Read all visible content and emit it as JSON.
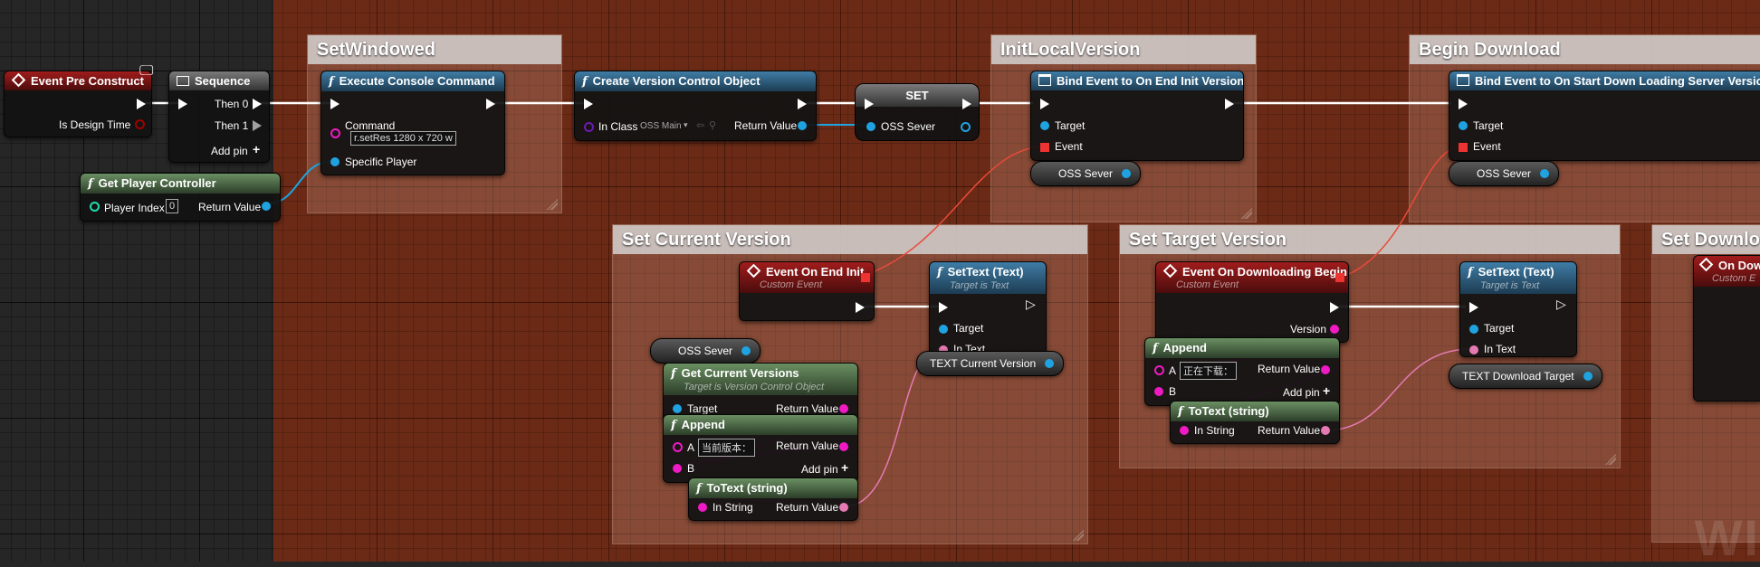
{
  "graph": {
    "comments": [
      {
        "id": "setwindowed",
        "title": "SetWindowed"
      },
      {
        "id": "initlocal",
        "title": "InitLocalVersion"
      },
      {
        "id": "begindownload",
        "title": "Begin Download"
      },
      {
        "id": "setcurrent",
        "title": "Set Current Version"
      },
      {
        "id": "settarget",
        "title": "Set Target Version"
      },
      {
        "id": "setdownlo",
        "title": "Set Downlo"
      }
    ],
    "nodes": {
      "event_pre_construct": {
        "title": "Event Pre Construct",
        "pin_is_design_time": "Is Design Time"
      },
      "sequence": {
        "title": "Sequence",
        "then0": "Then 0",
        "then1": "Then 1",
        "add_pin": "Add pin"
      },
      "get_player_controller": {
        "title": "Get Player Controller",
        "player_index_label": "Player Index",
        "player_index_value": "0",
        "return_value": "Return Value"
      },
      "execute_console_command": {
        "title": "Execute Console Command",
        "command_label": "Command",
        "command_value": "r.setRes 1280 x 720 w",
        "specific_player": "Specific Player"
      },
      "create_version_control_object": {
        "title": "Create Version Control Object",
        "in_class": "In Class",
        "class_value": "OSS Main",
        "return_value": "Return Value"
      },
      "set_node": {
        "title": "SET",
        "oss_sever": "OSS Sever"
      },
      "bind_end_init": {
        "title": "Bind Event to On End Init Version",
        "target": "Target",
        "event": "Event"
      },
      "oss_sever_var_1": {
        "label": "OSS Sever"
      },
      "bind_start_download": {
        "title": "Bind Event to On Start Down Loading Server Version",
        "target": "Target",
        "event": "Event"
      },
      "oss_sever_var_2": {
        "label": "OSS Sever"
      },
      "event_on_end_init": {
        "title": "Event On End Init",
        "subtitle": "Custom Event"
      },
      "settext_1": {
        "title": "SetText (Text)",
        "subtitle": "Target is Text",
        "target": "Target",
        "in_text": "In Text"
      },
      "text_current_version": {
        "label": "TEXT Current Version"
      },
      "oss_sever_var_3": {
        "label": "OSS Sever"
      },
      "get_current_versions": {
        "title": "Get Current Versions",
        "subtitle": "Target is Version Control Object",
        "target": "Target",
        "return_value": "Return Value"
      },
      "append_1": {
        "title": "Append",
        "a_label": "A",
        "a_value": "当前版本：",
        "b_label": "B",
        "return_value": "Return Value",
        "add_pin": "Add pin"
      },
      "totext_1": {
        "title": "ToText (string)",
        "in_string": "In String",
        "return_value": "Return Value"
      },
      "event_on_downloading_begin": {
        "title": "Event On Downloading Begin",
        "subtitle": "Custom Event",
        "version": "Version"
      },
      "append_2": {
        "title": "Append",
        "a_label": "A",
        "a_value": "正在下载：",
        "b_label": "B",
        "return_value": "Return Value",
        "add_pin": "Add pin"
      },
      "totext_2": {
        "title": "ToText (string)",
        "in_string": "In String",
        "return_value": "Return Value"
      },
      "settext_2": {
        "title": "SetText (Text)",
        "subtitle": "Target is Text",
        "target": "Target",
        "in_text": "In Text"
      },
      "text_download_target": {
        "label": "TEXT Download Target"
      },
      "on_down_partial": {
        "title": "On Down",
        "subtitle": "Custom E"
      }
    },
    "watermark": "WI"
  },
  "colors": {
    "exec": "#ffffff",
    "object_pin": "#1fa3e0",
    "string_pin": "#f01ac4",
    "text_pin": "#e57ab3",
    "bool_pin": "#a00000",
    "int_pin": "#22dcb0",
    "class_pin": "#6a1ab3",
    "delegate_pin": "#e33333",
    "delegate_wire": "#e84a3a",
    "text_wire": "#e57ab3"
  }
}
